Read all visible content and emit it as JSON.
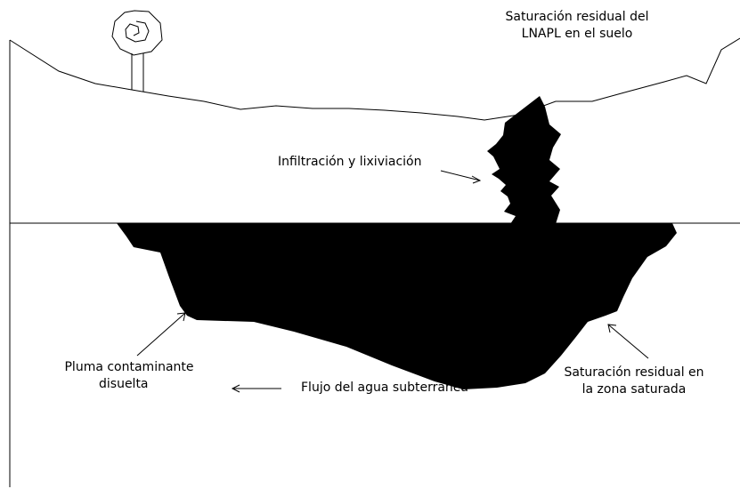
{
  "labels": {
    "residual_soil_line1": "Saturación residual del",
    "residual_soil_line2": "LNAPL en el suelo",
    "infiltration": "Infiltración y lixiviación",
    "plume_line1": "Pluma contaminante",
    "plume_line2": "disuelta",
    "residual_saturated_line1": "Saturación residual en",
    "residual_saturated_line2": "la zona saturada",
    "groundwater_flow": "Flujo del agua subterranéa"
  },
  "colors": {
    "ink": "#000000",
    "background": "#ffffff"
  },
  "icons": [
    "tree-icon",
    "arrow-left-icon"
  ]
}
